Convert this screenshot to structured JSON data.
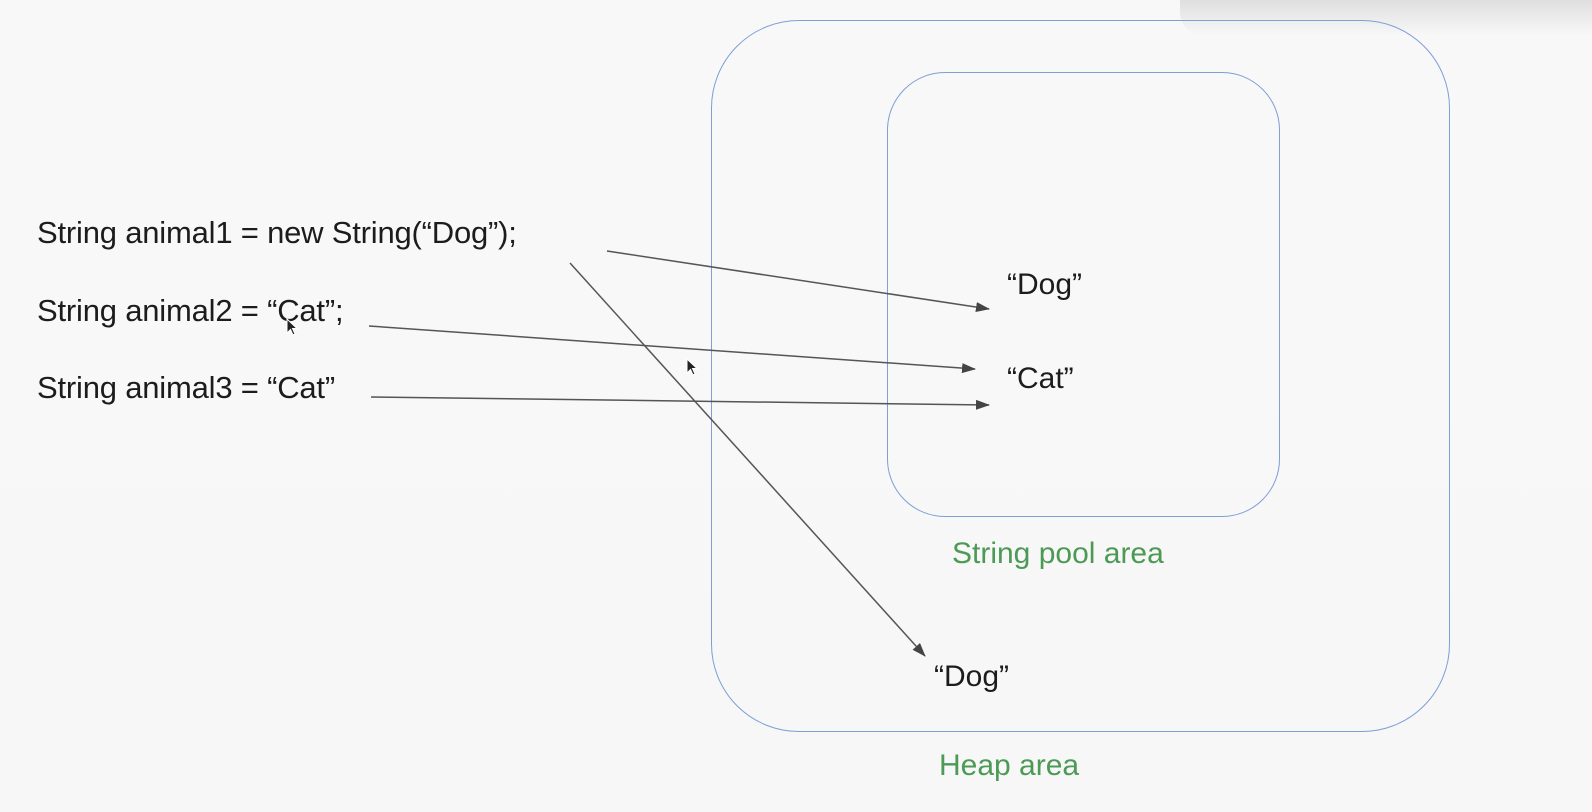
{
  "code": {
    "line1": "String animal1 = new String(“Dog”);",
    "line2": "String animal2 = “Cat”;",
    "line3": "String animal3 = “Cat”"
  },
  "heap": {
    "label": "Heap area",
    "value": "“Dog”"
  },
  "string_pool": {
    "label": "String pool area",
    "values": [
      "“Dog”",
      "“Cat”"
    ]
  },
  "colors": {
    "box_border": "#7d9fd6",
    "area_label": "#4c9a55",
    "text": "#1c1c1c",
    "arrow": "#444444"
  },
  "icons": [
    "cursor-arrow-icon"
  ]
}
